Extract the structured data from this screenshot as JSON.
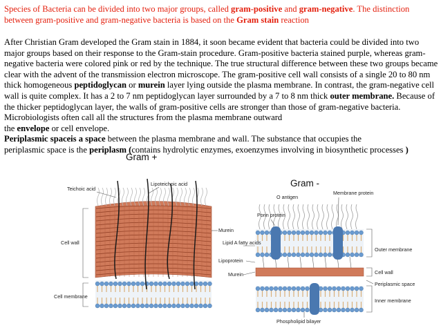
{
  "intro": {
    "t1": "Species of Bacteria can be divided into two major groups, called ",
    "b1": "gram-positive",
    "t2": " and ",
    "b2": "gram-negative",
    "t3": ". The distinction between gram-positive and gram-negative bacteria is based on the ",
    "b3": "Gram stain",
    "t4": " reaction"
  },
  "body": {
    "t1": "After Christian Gram developed the Gram stain in 1884, it soon became evident that bacteria could be divided into two major groups based on their response to the Gram-stain procedure. Gram-positive bacteria stained purple, whereas gram-negative bacteria were colored pink or red by the technique. The true structural difference between these two groups became clear with the advent of the transmission electron microscope. The gram-positive cell wall consists of a single 20 to 80 nm thick homogeneous ",
    "b1": "peptidoglycan",
    "t2": " or ",
    "b2": "murein",
    "t3": " layer lying outside the plasma membrane. In contrast, the gram-negative cell wall is quite complex. It has a 2 to 7 nm peptidoglycan layer surrounded by a 7 to 8 nm thick ",
    "b3": "outer membrane.",
    "t4": " Because of the thicker peptidoglycan layer, the walls of gram-positive cells are stronger than those of gram-negative bacteria. Microbiologists often call all the structures from the plasma membrane outward",
    "t5": "the ",
    "b4": "envelope",
    "t6": " or cell envelope.",
    "b5": "Periplasmic spaceis a space",
    "t7": " between the plasma membrane and wall. The substance that occupies the",
    "t8": "periplasmic space is the ",
    "b6": "periplasm (",
    "t9": "contains hydrolytic enzymes, exoenzymes involving in biosynthetic processes ",
    "b7": ")"
  },
  "diagram": {
    "gram_pos_title": "Gram +",
    "gram_neg_title": "Gram -",
    "gp_labels": {
      "teichoic": "Teichoic acid",
      "lipoteichoic": "Lipoteichoic acid",
      "murein": "Murein",
      "cell_wall": "Cell wall",
      "cell_membrane": "Cell membrane"
    },
    "gn_labels": {
      "o_antigen": "O antigen",
      "membrane_protein": "Membrane protein",
      "porin": "Porin protein",
      "lipid_a": "Lipid A fatty acids",
      "lipoprotein": "Lipoprotein",
      "murein": "Murein",
      "outer_membrane": "Outer membrane",
      "cell_wall": "Cell wall",
      "periplasmic": "Periplasmic space",
      "inner_membrane": "Inner membrane",
      "phospholipid": "Phospholipid bilayer"
    },
    "colors": {
      "text_red": "#e4200e",
      "peptidoglycan": "#c9694a",
      "membrane_blue": "#6a9bd0",
      "protein_blue": "#4a78b0",
      "lipid_tail": "#d9b07a"
    }
  }
}
